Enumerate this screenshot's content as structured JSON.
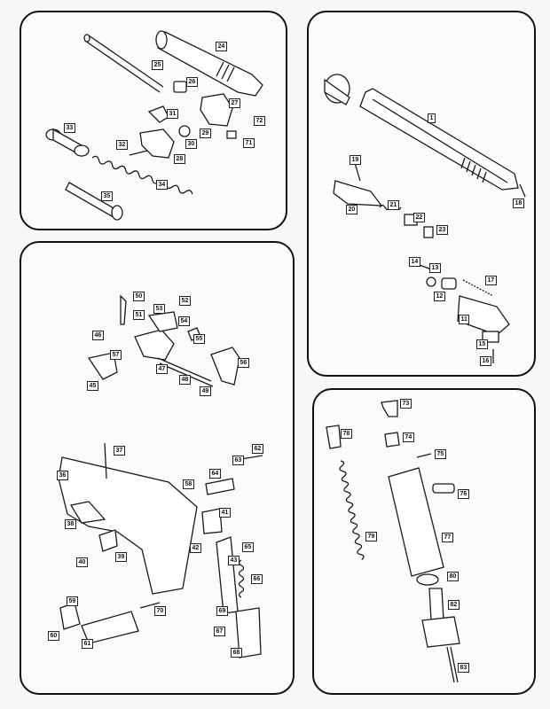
{
  "panels": {
    "barrel_group": {
      "labels": [
        "24",
        "25",
        "26",
        "27",
        "31",
        "72",
        "33",
        "32",
        "30",
        "29",
        "71",
        "28",
        "34",
        "35"
      ]
    },
    "slide_group": {
      "labels": [
        "1",
        "19",
        "20",
        "21",
        "22",
        "23",
        "18",
        "14",
        "13",
        "17",
        "12",
        "11",
        "15",
        "16"
      ]
    },
    "frame_group": {
      "labels": [
        "50",
        "51",
        "52",
        "53",
        "54",
        "55",
        "46",
        "57",
        "56",
        "45",
        "47",
        "48",
        "49",
        "37",
        "36",
        "62",
        "63",
        "64",
        "58",
        "41",
        "42",
        "43",
        "38",
        "39",
        "40",
        "65",
        "66",
        "67",
        "68",
        "69",
        "70",
        "59",
        "60",
        "61"
      ]
    },
    "magazine_group": {
      "labels": [
        "73",
        "74",
        "75",
        "76",
        "77",
        "78",
        "79",
        "80",
        "82",
        "83"
      ]
    }
  }
}
